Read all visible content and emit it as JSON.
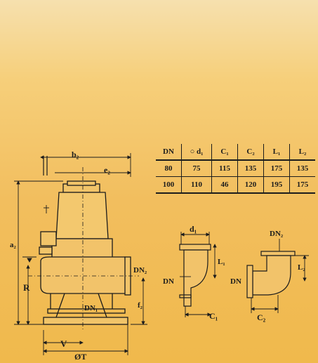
{
  "labels": {
    "b2": "b₂",
    "e2": "e₂",
    "a2": "a₂",
    "R": "R",
    "DN2": "DN₂",
    "f2": "f₂",
    "DN1": "DN₁",
    "V": "V",
    "OT": "ØT",
    "d1": "d₁",
    "L1": "L₁",
    "DN": "DN",
    "C1": "C₁",
    "DN2b": "DN₂",
    "L2": "L₂",
    "DNb": "DN",
    "C2": "C₂"
  },
  "table": {
    "headers": [
      "DN",
      "○ d₁",
      "C₁",
      "C₂",
      "L₁",
      "L₂"
    ],
    "rows": [
      [
        "80",
        "75",
        "115",
        "135",
        "175",
        "135"
      ],
      [
        "100",
        "110",
        "46",
        "120",
        "195",
        "175"
      ]
    ]
  }
}
